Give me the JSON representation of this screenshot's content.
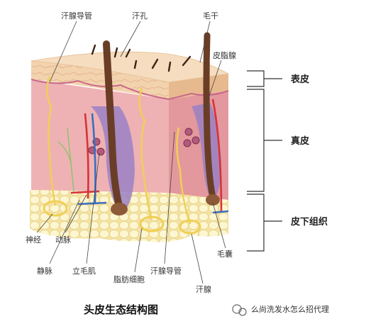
{
  "labels": {
    "sweat_duct_top": "汗腺导管",
    "sweat_pore": "汗孔",
    "hair_shaft": "毛干",
    "sebaceous_gland": "皮脂腺",
    "nerve": "神经",
    "artery": "动脉",
    "vein": "静脉",
    "arrector_pili": "立毛肌",
    "fat_cell": "脂肪细胞",
    "sweat_duct_bottom": "汗腺导管",
    "sweat_gland": "汗腺",
    "hair_follicle": "毛囊"
  },
  "layers": {
    "epidermis": "表皮",
    "dermis": "真皮",
    "subcutaneous": "皮下组织"
  },
  "title": "头皮生态结构图",
  "watermark": {
    "text": "么尚洗发水怎么招代理",
    "icon": "wechat-icon"
  },
  "colors": {
    "epidermis": "#f1c9a0",
    "dermis": "#eeb2b4",
    "dermis_side": "#e3989d",
    "fat": "#fbf3c8",
    "hair": "#6a3d26",
    "follicle": "#9a80c4",
    "artery": "#d6333a",
    "vein": "#3b6fc1",
    "nerve": "#f0cf55"
  }
}
